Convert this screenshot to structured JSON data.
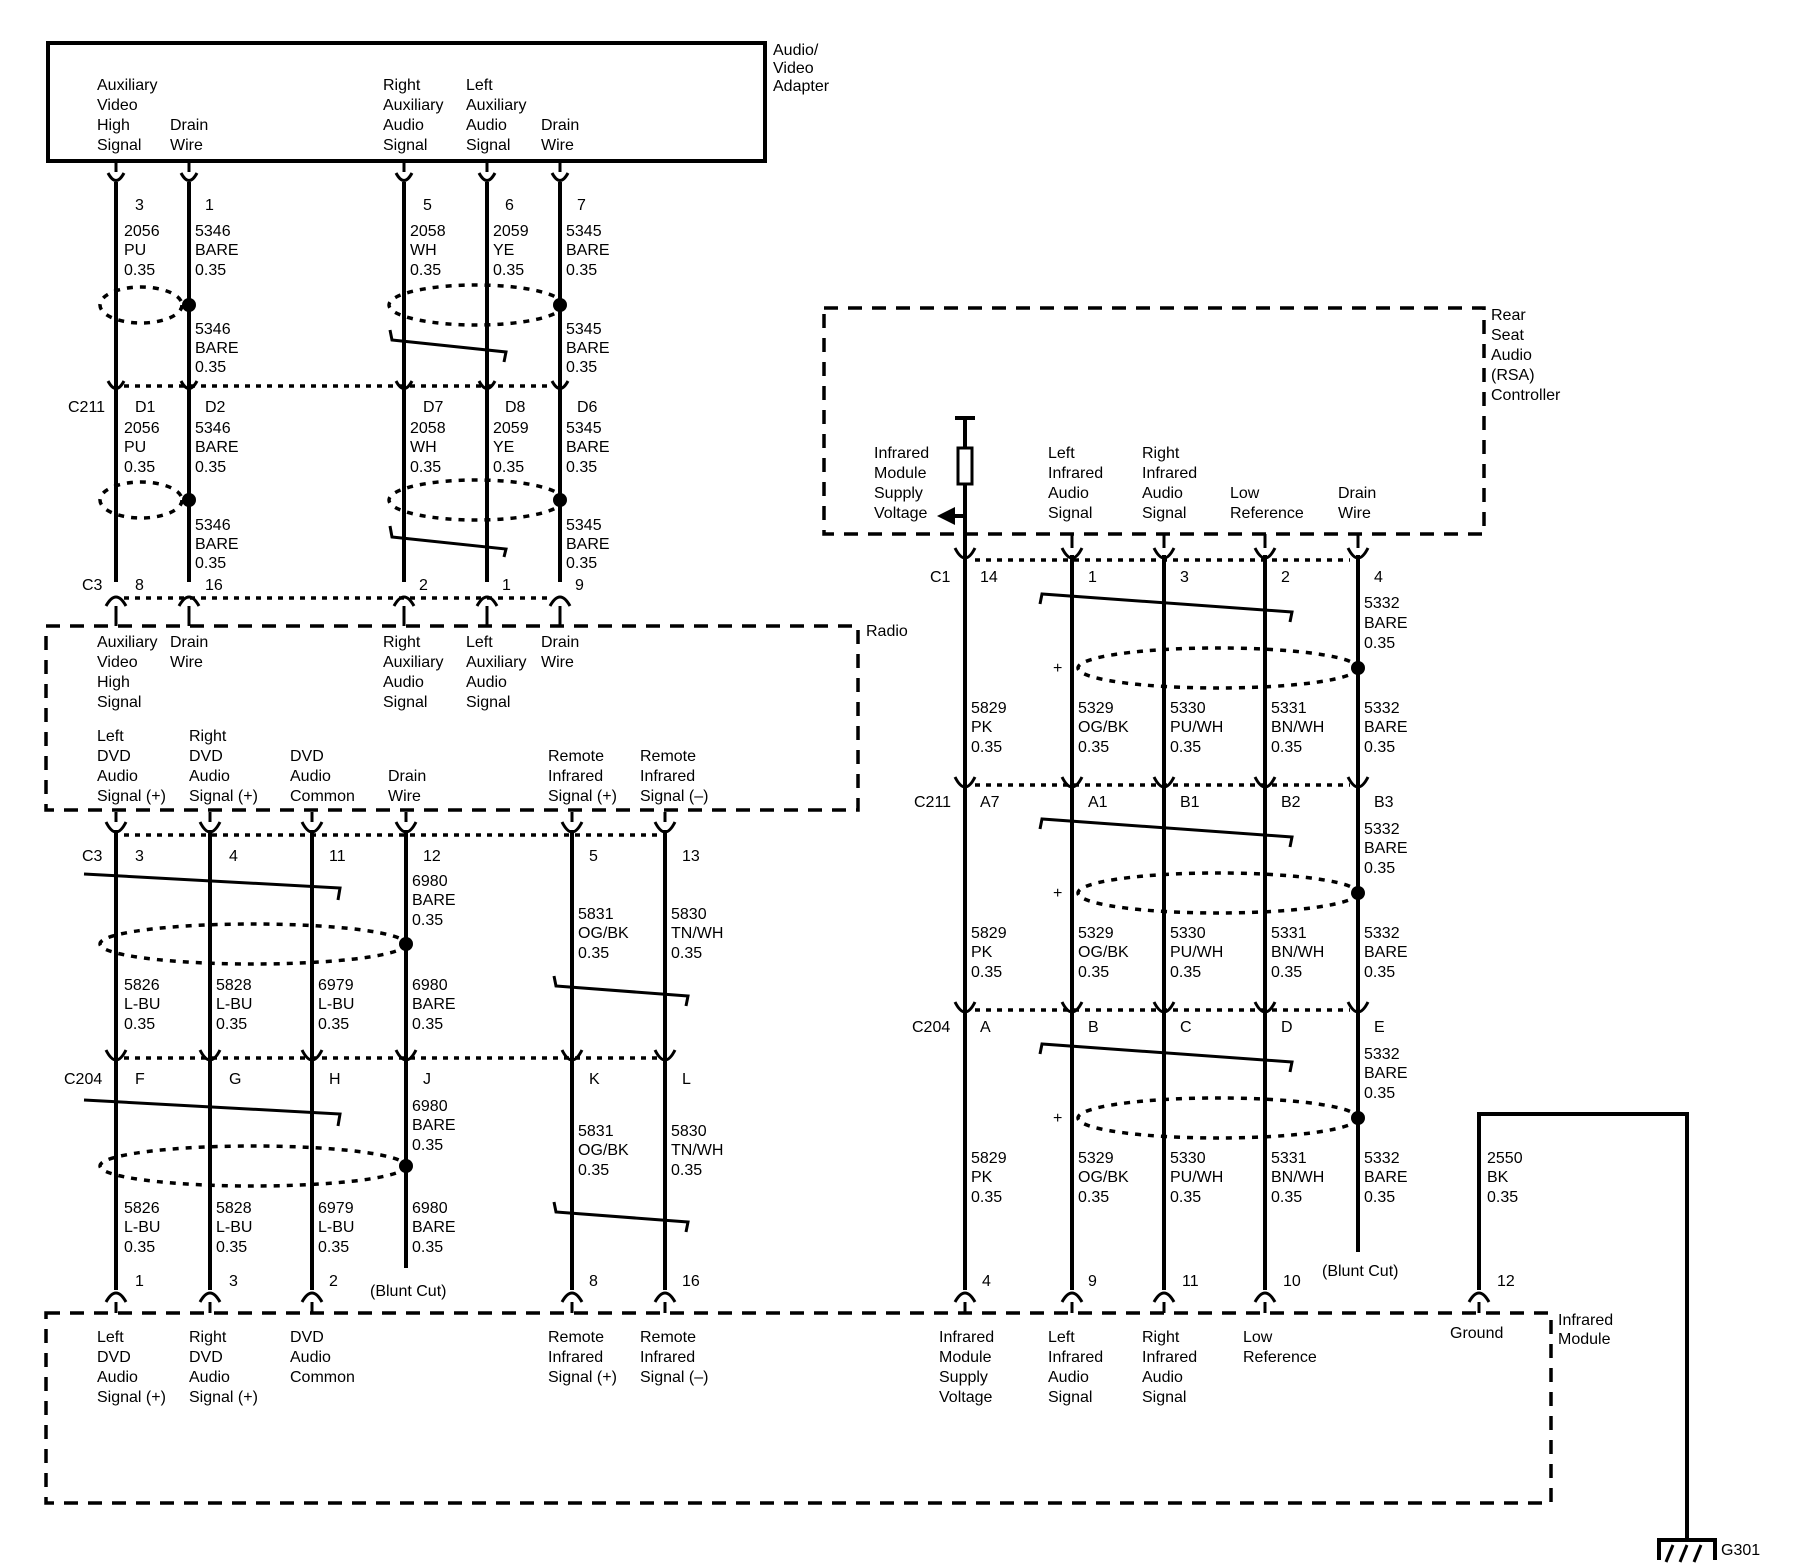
{
  "components": {
    "av_adapter": {
      "title": [
        "Audio/",
        "Video",
        "Adapter"
      ],
      "signals": [
        [
          "Auxiliary",
          "Video",
          "High",
          "Signal"
        ],
        [
          "Drain",
          "Wire"
        ],
        [
          "Right",
          "Auxiliary",
          "Audio",
          "Signal"
        ],
        [
          "Left",
          "Auxiliary",
          "Audio",
          "Signal"
        ],
        [
          "Drain",
          "Wire"
        ]
      ]
    },
    "radio": {
      "title": "Radio",
      "top_signals": [
        [
          "Auxiliary",
          "Video",
          "High",
          "Signal"
        ],
        [
          "Drain",
          "Wire"
        ],
        [
          "Right",
          "Auxiliary",
          "Audio",
          "Signal"
        ],
        [
          "Left",
          "Auxiliary",
          "Audio",
          "Signal"
        ],
        [
          "Drain",
          "Wire"
        ]
      ],
      "bottom_signals": [
        [
          "Left",
          "DVD",
          "Audio",
          "Signal (+)"
        ],
        [
          "Right",
          "DVD",
          "Audio",
          "Signal (+)"
        ],
        [
          "DVD",
          "Audio",
          "Common"
        ],
        [
          "Drain",
          "Wire"
        ],
        [
          "Remote",
          "Infrared",
          "Signal (+)"
        ],
        [
          "Remote",
          "Infrared",
          "Signal (–)"
        ]
      ]
    },
    "rsa": {
      "title": [
        "Rear",
        "Seat",
        "Audio",
        "(RSA)",
        "Controller"
      ],
      "signals": [
        [
          "Infrared",
          "Module",
          "Supply",
          "Voltage"
        ],
        [
          "Left",
          "Infrared",
          "Audio",
          "Signal"
        ],
        [
          "Right",
          "Infrared",
          "Audio",
          "Signal"
        ],
        [
          "Low",
          "Reference"
        ],
        [
          "Drain",
          "Wire"
        ]
      ]
    },
    "ir_module": {
      "title": [
        "Infrared",
        "Module"
      ],
      "signals": [
        [
          "Left",
          "DVD",
          "Audio",
          "Signal (+)"
        ],
        [
          "Right",
          "DVD",
          "Audio",
          "Signal (+)"
        ],
        [
          "DVD",
          "Audio",
          "Common"
        ],
        [
          "Remote",
          "Infrared",
          "Signal (+)"
        ],
        [
          "Remote",
          "Infrared",
          "Signal (–)"
        ],
        [
          "Infrared",
          "Module",
          "Supply",
          "Voltage"
        ],
        [
          "Left",
          "Infrared",
          "Audio",
          "Signal"
        ],
        [
          "Right",
          "Infrared",
          "Audio",
          "Signal"
        ],
        [
          "Low",
          "Reference"
        ],
        [
          "Ground"
        ]
      ]
    }
  },
  "connectors": {
    "c211": "C211",
    "c3": "C3",
    "c204": "C204",
    "c1": "C1",
    "ground": "G301"
  },
  "pins": {
    "adapter": [
      "3",
      "1",
      "5",
      "6",
      "7"
    ],
    "c211_left": [
      "D1",
      "D2",
      "D7",
      "D8",
      "D6"
    ],
    "c3_top": [
      "8",
      "16",
      "2",
      "1",
      "9"
    ],
    "c3_bottom": [
      "3",
      "4",
      "11",
      "12",
      "5",
      "13"
    ],
    "c204_left": [
      "F",
      "G",
      "H",
      "J",
      "K",
      "L"
    ],
    "ir_left": [
      "1",
      "3",
      "2",
      "8",
      "16"
    ],
    "c1": [
      "14",
      "1",
      "3",
      "2",
      "4"
    ],
    "c211_right": [
      "A7",
      "A1",
      "B1",
      "B2",
      "B3"
    ],
    "c204_right": [
      "A",
      "B",
      "C",
      "D",
      "E"
    ],
    "ir_right": [
      "4",
      "9",
      "11",
      "10",
      "12"
    ]
  },
  "wires": {
    "aux_video": [
      "2056",
      "PU",
      "0.35"
    ],
    "drain_5346": [
      "5346",
      "BARE",
      "0.35"
    ],
    "right_aux": [
      "2058",
      "WH",
      "0.35"
    ],
    "left_aux": [
      "2059",
      "YE",
      "0.35"
    ],
    "drain_5345": [
      "5345",
      "BARE",
      "0.35"
    ],
    "left_dvd": [
      "5826",
      "L-BU",
      "0.35"
    ],
    "right_dvd": [
      "5828",
      "L-BU",
      "0.35"
    ],
    "dvd_common": [
      "6979",
      "L-BU",
      "0.35"
    ],
    "drain_6980": [
      "6980",
      "BARE",
      "0.35"
    ],
    "remote_pos": [
      "5831",
      "OG/BK",
      "0.35"
    ],
    "remote_neg": [
      "5830",
      "TN/WH",
      "0.35"
    ],
    "ir_supply": [
      "5829",
      "PK",
      "0.35"
    ],
    "left_ir": [
      "5329",
      "OG/BK",
      "0.35"
    ],
    "right_ir": [
      "5330",
      "PU/WH",
      "0.35"
    ],
    "low_ref": [
      "5331",
      "BN/WH",
      "0.35"
    ],
    "drain_5332": [
      "5332",
      "BARE",
      "0.35"
    ],
    "ground": [
      "2550",
      "BK",
      "0.35"
    ]
  },
  "notes": {
    "blunt_cut": "(Blunt Cut)"
  }
}
